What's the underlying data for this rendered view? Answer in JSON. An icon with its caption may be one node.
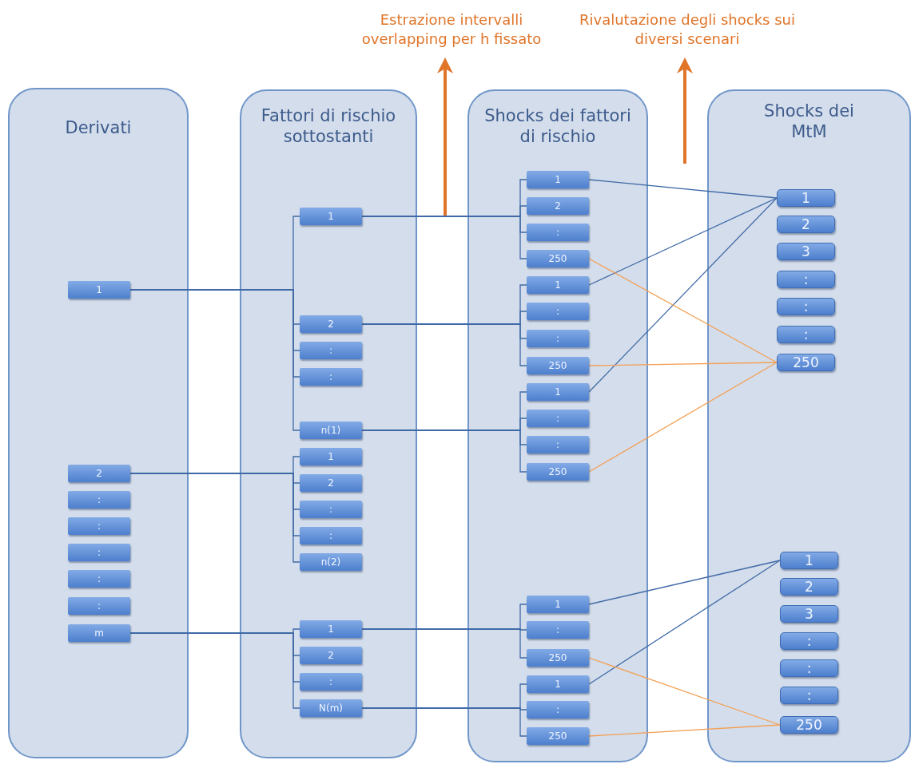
{
  "diagram": {
    "nodes": [
      {
        "text": [
          "Estrazione intervalli overlapping per h fissato"
        ]
      },
      {
        "text": [
          "Rivalutazione degli shocks sui diversi scenari"
        ]
      },
      {
        "text": [
          "Derivati"
        ]
      },
      {
        "text": [
          "1"
        ],
        "in": 2
      },
      {
        "text": [
          "2"
        ],
        "in": 2
      },
      {
        "text": [
          ":"
        ],
        "in": 2
      },
      {
        "text": [
          ":"
        ],
        "in": 2
      },
      {
        "text": [
          ":"
        ],
        "in": 2
      },
      {
        "text": [
          ":"
        ],
        "in": 2
      },
      {
        "text": [
          ":"
        ],
        "in": 2
      },
      {
        "text": [
          "m"
        ],
        "in": 2
      },
      {
        "text": [
          "Fattori di rischio sottostanti"
        ]
      },
      {
        "text": [
          "1"
        ],
        "in": 11
      },
      {
        "text": [
          "2"
        ],
        "in": 11
      },
      {
        "text": [
          ":"
        ],
        "in": 11
      },
      {
        "text": [
          ":"
        ],
        "in": 11
      },
      {
        "text": [
          "n(1)"
        ],
        "in": 11
      },
      {
        "text": [
          "1"
        ],
        "in": 11
      },
      {
        "text": [
          "2"
        ],
        "in": 11
      },
      {
        "text": [
          ":"
        ],
        "in": 11
      },
      {
        "text": [
          ":"
        ],
        "in": 11
      },
      {
        "text": [
          "n(2)"
        ],
        "in": 11
      },
      {
        "text": [
          "1"
        ],
        "in": 11
      },
      {
        "text": [
          "2"
        ],
        "in": 11
      },
      {
        "text": [
          ":"
        ],
        "in": 11
      },
      {
        "text": [
          "N(m)"
        ],
        "in": 11
      },
      {
        "text": [
          "Shocks dei fattori di rischio"
        ]
      },
      {
        "text": [
          "1"
        ],
        "in": 26
      },
      {
        "text": [
          "2"
        ],
        "in": 26
      },
      {
        "text": [
          ":"
        ],
        "in": 26
      },
      {
        "text": [
          "250"
        ],
        "in": 26
      },
      {
        "text": [
          "1"
        ],
        "in": 26
      },
      {
        "text": [
          ":"
        ],
        "in": 26
      },
      {
        "text": [
          ":"
        ],
        "in": 26
      },
      {
        "text": [
          "250"
        ],
        "in": 26
      },
      {
        "text": [
          "1"
        ],
        "in": 26
      },
      {
        "text": [
          ":"
        ],
        "in": 26
      },
      {
        "text": [
          ":"
        ],
        "in": 26
      },
      {
        "text": [
          "250"
        ],
        "in": 26
      },
      {
        "text": [
          "1"
        ],
        "in": 26
      },
      {
        "text": [
          ":"
        ],
        "in": 26
      },
      {
        "text": [
          "250"
        ],
        "in": 26
      },
      {
        "text": [
          "1"
        ],
        "in": 26
      },
      {
        "text": [
          ":"
        ],
        "in": 26
      },
      {
        "text": [
          "250"
        ],
        "in": 26
      },
      {
        "text": [
          "Shocks dei MtM"
        ]
      },
      {
        "text": [
          "1"
        ],
        "in": 45
      },
      {
        "text": [
          "2"
        ],
        "in": 45
      },
      {
        "text": [
          "3"
        ],
        "in": 45
      },
      {
        "text": [
          ":"
        ],
        "in": 45
      },
      {
        "text": [
          ":"
        ],
        "in": 45
      },
      {
        "text": [
          ":"
        ],
        "in": 45
      },
      {
        "text": [
          "250"
        ],
        "in": 45
      },
      {
        "text": [
          "1"
        ],
        "in": 45
      },
      {
        "text": [
          "2"
        ],
        "in": 45
      },
      {
        "text": [
          "3"
        ],
        "in": 45
      },
      {
        "text": [
          ":"
        ],
        "in": 45
      },
      {
        "text": [
          ":"
        ],
        "in": 45
      },
      {
        "text": [
          ":"
        ],
        "in": 45
      },
      {
        "text": [
          "250"
        ],
        "in": 45
      }
    ],
    "edges": [
      {
        "from": 3,
        "to": 12,
        "arrow": "none"
      },
      {
        "from": 3,
        "to": 13,
        "arrow": "none"
      },
      {
        "from": 3,
        "to": 14,
        "arrow": "none"
      },
      {
        "from": 3,
        "to": 15,
        "arrow": "none"
      },
      {
        "from": 3,
        "to": 16,
        "arrow": "none"
      },
      {
        "from": 4,
        "to": 17,
        "arrow": "none"
      },
      {
        "from": 4,
        "to": 18,
        "arrow": "none"
      },
      {
        "from": 4,
        "to": 19,
        "arrow": "none"
      },
      {
        "from": 4,
        "to": 20,
        "arrow": "none"
      },
      {
        "from": 4,
        "to": 21,
        "arrow": "none"
      },
      {
        "from": 10,
        "to": 22,
        "arrow": "none"
      },
      {
        "from": 10,
        "to": 23,
        "arrow": "none"
      },
      {
        "from": 10,
        "to": 24,
        "arrow": "none"
      },
      {
        "from": 10,
        "to": 25,
        "arrow": "none"
      },
      {
        "from": 12,
        "to": 27,
        "arrow": "none"
      },
      {
        "from": 12,
        "to": 28,
        "arrow": "none"
      },
      {
        "from": 12,
        "to": 29,
        "arrow": "none"
      },
      {
        "from": 12,
        "to": 30,
        "arrow": "none"
      },
      {
        "from": 13,
        "to": 31,
        "arrow": "none"
      },
      {
        "from": 13,
        "to": 32,
        "arrow": "none"
      },
      {
        "from": 13,
        "to": 33,
        "arrow": "none"
      },
      {
        "from": 13,
        "to": 34,
        "arrow": "none"
      },
      {
        "from": 16,
        "to": 35,
        "arrow": "none"
      },
      {
        "from": 16,
        "to": 36,
        "arrow": "none"
      },
      {
        "from": 16,
        "to": 37,
        "arrow": "none"
      },
      {
        "from": 16,
        "to": 38,
        "arrow": "none"
      },
      {
        "from": 22,
        "to": 39,
        "arrow": "none"
      },
      {
        "from": 22,
        "to": 40,
        "arrow": "none"
      },
      {
        "from": 22,
        "to": 41,
        "arrow": "none"
      },
      {
        "from": 25,
        "to": 42,
        "arrow": "none"
      },
      {
        "from": 25,
        "to": 43,
        "arrow": "none"
      },
      {
        "from": 25,
        "to": 44,
        "arrow": "none"
      },
      {
        "from": 27,
        "to": 46,
        "arrow": "none"
      },
      {
        "from": 31,
        "to": 46,
        "arrow": "none"
      },
      {
        "from": 35,
        "to": 46,
        "arrow": "none"
      },
      {
        "from": 30,
        "to": 52,
        "arrow": "none",
        "color": "#f4a055"
      },
      {
        "from": 34,
        "to": 52,
        "arrow": "none",
        "color": "#f4a055"
      },
      {
        "from": 38,
        "to": 52,
        "arrow": "none",
        "color": "#f4a055"
      },
      {
        "from": 39,
        "to": 53,
        "arrow": "none"
      },
      {
        "from": 42,
        "to": 53,
        "arrow": "none"
      },
      {
        "from": 41,
        "to": 59,
        "arrow": "none",
        "color": "#f4a055"
      },
      {
        "from": 44,
        "to": 59,
        "arrow": "none",
        "color": "#f4a055"
      },
      {
        "from": null,
        "to": 0,
        "arrow": "to",
        "style": "thick",
        "color": "#e0752a"
      },
      {
        "from": null,
        "to": 1,
        "arrow": "to",
        "style": "thick",
        "color": "#e0752a"
      }
    ]
  }
}
